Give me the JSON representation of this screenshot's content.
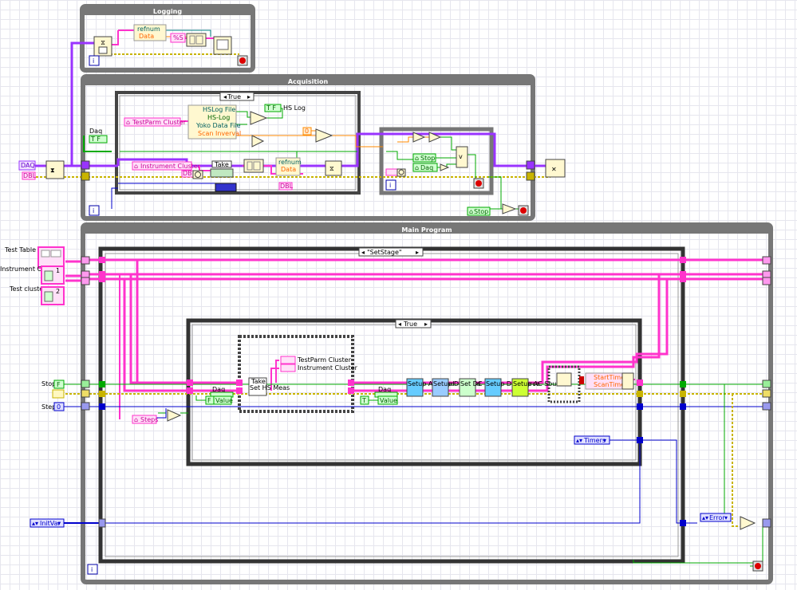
{
  "loops": {
    "logging": {
      "title": "Logging"
    },
    "acquisition": {
      "title": "Acquisition"
    },
    "main": {
      "title": "Main Program"
    }
  },
  "logging": {
    "refnum": "refnum",
    "data": "Data",
    "format": "%S"
  },
  "acquisition": {
    "case_selector": "True",
    "daq_label": "Daq",
    "daq_const": "T F",
    "hs_log_const": "T F",
    "hs_log_label": "HS Log",
    "cluster_fields": [
      "HSLog File",
      "HS-Log",
      "Yoko Data File",
      "Scan Inverval"
    ],
    "testparm_cluster": "TestParm Cluster",
    "instrument_cluster": "Instrument Cluster",
    "zero_const": "0",
    "take_label": "Take",
    "dbl_label": "DBL",
    "refnum": "refnum",
    "data": "Data",
    "inner_dbl": "DBL",
    "stop_local": "Stop",
    "daq_local": "Daq",
    "stop_outer": "Stop",
    "daq_input": "DAQ",
    "ctrl_dbl": "DBL"
  },
  "main": {
    "case_selector": "\"SetStage\"",
    "inner_case": "True",
    "test_table": "Test Table",
    "instrument_cluster": "Instrument Cluster",
    "test_cluster": "Test cluster",
    "cluster_idx1": "1",
    "cluster_idx2": "2",
    "stop_label": "Stop",
    "stop_const": "F",
    "step_label": "Step",
    "step_const": "0",
    "daq_label1": "Daq",
    "daq_value1": "Value",
    "daq_const1": "F",
    "daq_label2": "Daq",
    "daq_value2": "Value",
    "daq_const2": "T",
    "steps_local": "Steps",
    "take_label": "Take",
    "take_sub": "Set HS Meas",
    "testparm_cluster": "TestParm Cluster",
    "instrument_cluster_out": "Instrument Cluster",
    "subvis": [
      {
        "name": "Setup AC Load",
        "color": "#66ccff"
      },
      {
        "name": "Setup DC Load",
        "color": "#99ccff"
      },
      {
        "name": "Set DC Relay",
        "color": "#ccffcc"
      },
      {
        "name": "Setup DC Source",
        "color": "#66ccff"
      },
      {
        "name": "Setup AC Source",
        "color": "#ccff33"
      }
    ],
    "start_time": "StartTime",
    "scan_time": "ScanTime",
    "timers": "Timers",
    "initvar": "InitVar",
    "error": "Error"
  },
  "colors": {
    "pink_wire": "#ff33cc",
    "purple_wire": "#9933ff",
    "error_wire": "#c8b400",
    "green_wire": "#00aa00",
    "blue_wire": "#0000cc",
    "orange_wire": "#ff8800",
    "loop_frame": "#777777"
  }
}
